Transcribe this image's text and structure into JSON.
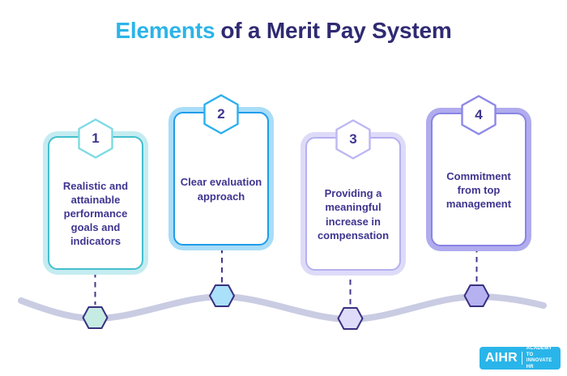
{
  "title": {
    "highlight": "Elements",
    "rest": "of a Merit Pay System"
  },
  "cards": [
    {
      "number": "1",
      "text": "Realistic and attainable performance goals and indicators",
      "colors": {
        "outer": "#c4ecf0",
        "border": "#44bfcd",
        "hex_border": "#7edbe3",
        "marker_fill": "#c5ebe2"
      }
    },
    {
      "number": "2",
      "text": "Clear evaluation approach",
      "colors": {
        "outer": "#a9ddf8",
        "border": "#1f9ce9",
        "hex_border": "#2bb0ee",
        "marker_fill": "#aae0f9"
      }
    },
    {
      "number": "3",
      "text": "Providing a meaningful increase in compensation",
      "colors": {
        "outer": "#dddbf8",
        "border": "#b5b0f0",
        "hex_border": "#bcb7f3",
        "marker_fill": "#dedcf9"
      }
    },
    {
      "number": "4",
      "text": "Commitment from top management",
      "colors": {
        "outer": "#b0acee",
        "border": "#8a84e4",
        "hex_border": "#8d88e6",
        "marker_fill": "#b6b2f1"
      }
    }
  ],
  "logo": {
    "brand": "AIHR",
    "tagline_line1": "ACADEMY TO",
    "tagline_line2": "INNOVATE HR"
  },
  "colors": {
    "title_highlight": "#2cb4e8",
    "title_main": "#2f2a72",
    "card_text": "#3e3590",
    "wave": "#c9cce2",
    "connector": "#43398a",
    "marker_border": "#3a3180",
    "logo_bg": "#29b5e9"
  }
}
